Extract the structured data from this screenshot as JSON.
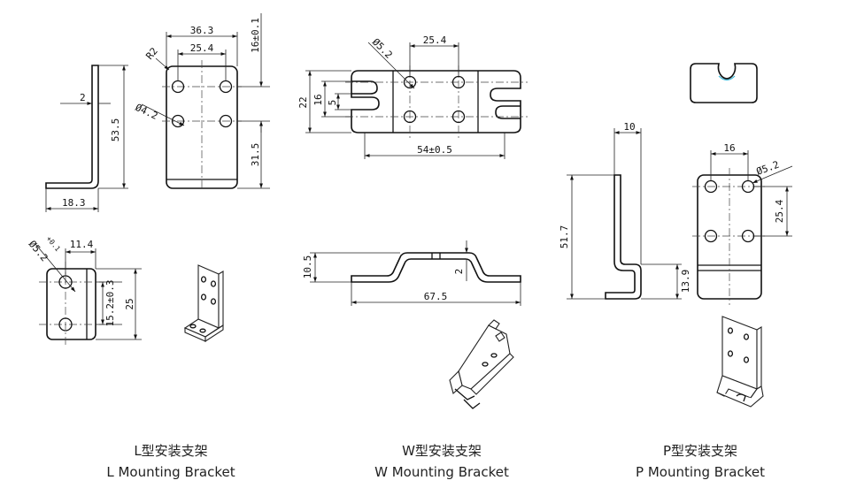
{
  "l_bracket": {
    "dims": {
      "w36_3": "36.3",
      "w25_4": "25.4",
      "h16": "16±0.1",
      "r2": "R2",
      "d4_2": "Ø4.2",
      "t2": "2",
      "h53_5": "53.5",
      "h31_5": "31.5",
      "w18_3": "18.3",
      "d5_2": "Ø5.2",
      "tol": "+0.1",
      "w11_4": "11.4",
      "h15_2": "15.2±0.3",
      "h25": "25"
    },
    "caption_zh": "L型安装支架",
    "caption_en": "L Mounting Bracket"
  },
  "w_bracket": {
    "dims": {
      "w25_4": "25.4",
      "d5_2": "Ø5.2",
      "h22": "22",
      "h16": "16",
      "h5": "5",
      "w54": "54±0.5",
      "h10_5": "10.5",
      "t2": "2",
      "w67_5": "67.5"
    },
    "caption_zh": "W型安装支架",
    "caption_en": "W Mounting Bracket"
  },
  "p_bracket": {
    "dims": {
      "w10": "10",
      "h51_7": "51.7",
      "h13_9": "13.9",
      "w16": "16",
      "d5_2": "Ø5.2",
      "h25_4": "25.4"
    },
    "caption_zh": "P型安装支架",
    "caption_en": "P Mounting Bracket"
  },
  "colors": {
    "accent_cyan": "#3bb7d8"
  }
}
